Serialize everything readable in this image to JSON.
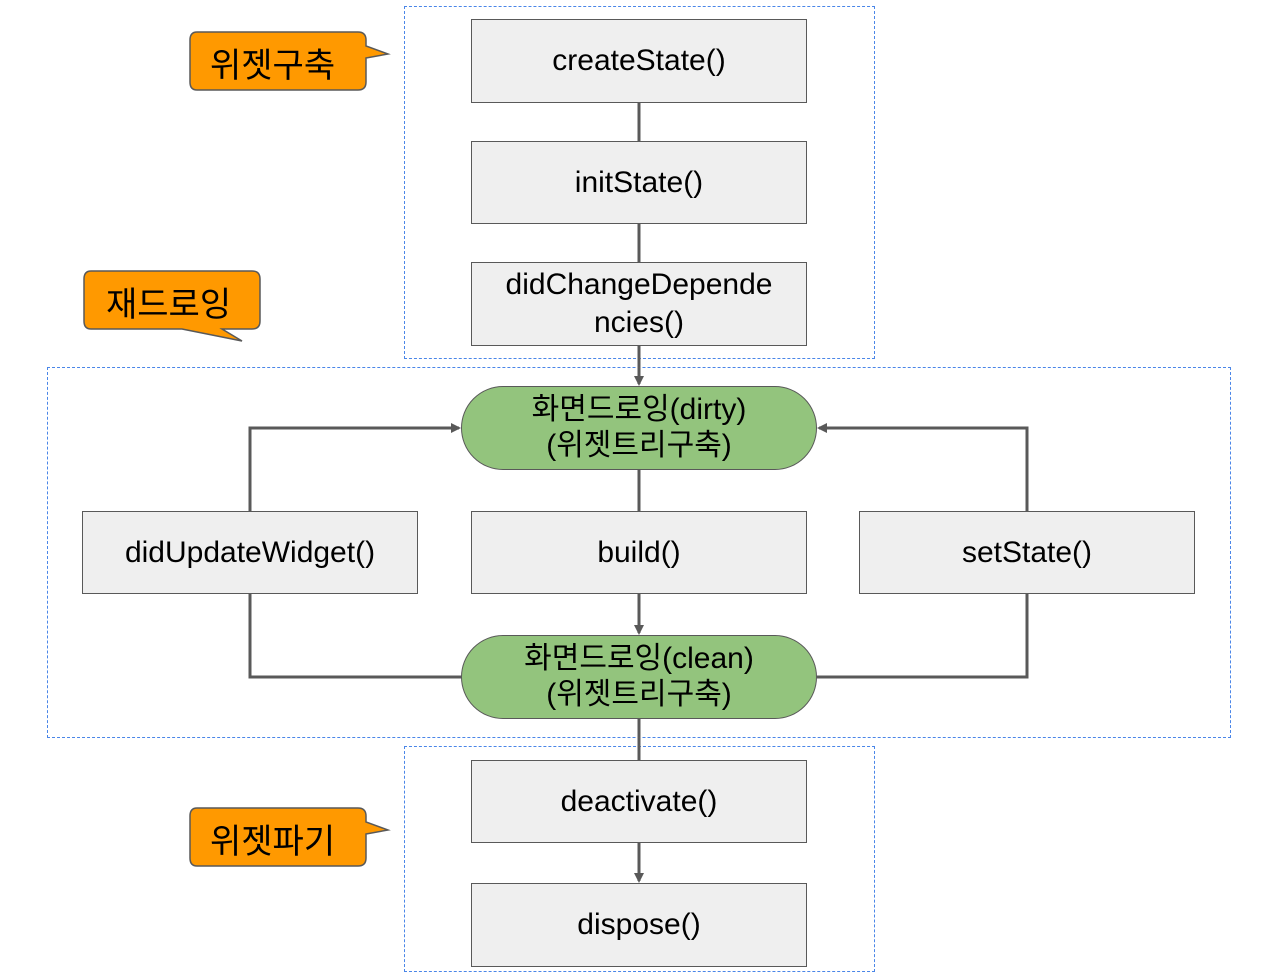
{
  "callouts": {
    "build": "위젯구축",
    "redraw": "재드로잉",
    "destroy": "위젯파기"
  },
  "nodes": {
    "create_state": "createState()",
    "init_state": "initState()",
    "did_change_1": "didChangeDepende",
    "did_change_2": "ncies()",
    "dirty_1": "화면드로잉(dirty)",
    "dirty_2": "(위젯트리구축)",
    "did_update": "didUpdateWidget()",
    "build": "build()",
    "set_state": "setState()",
    "clean_1": "화면드로잉(clean)",
    "clean_2": "(위젯트리구축)",
    "deactivate": "deactivate()",
    "dispose": "dispose()"
  },
  "colors": {
    "callout_fill": "#ff9900",
    "oval_fill": "#93c47d",
    "box_fill": "#efefef",
    "group_border": "#4a86e8",
    "line": "#595959"
  }
}
